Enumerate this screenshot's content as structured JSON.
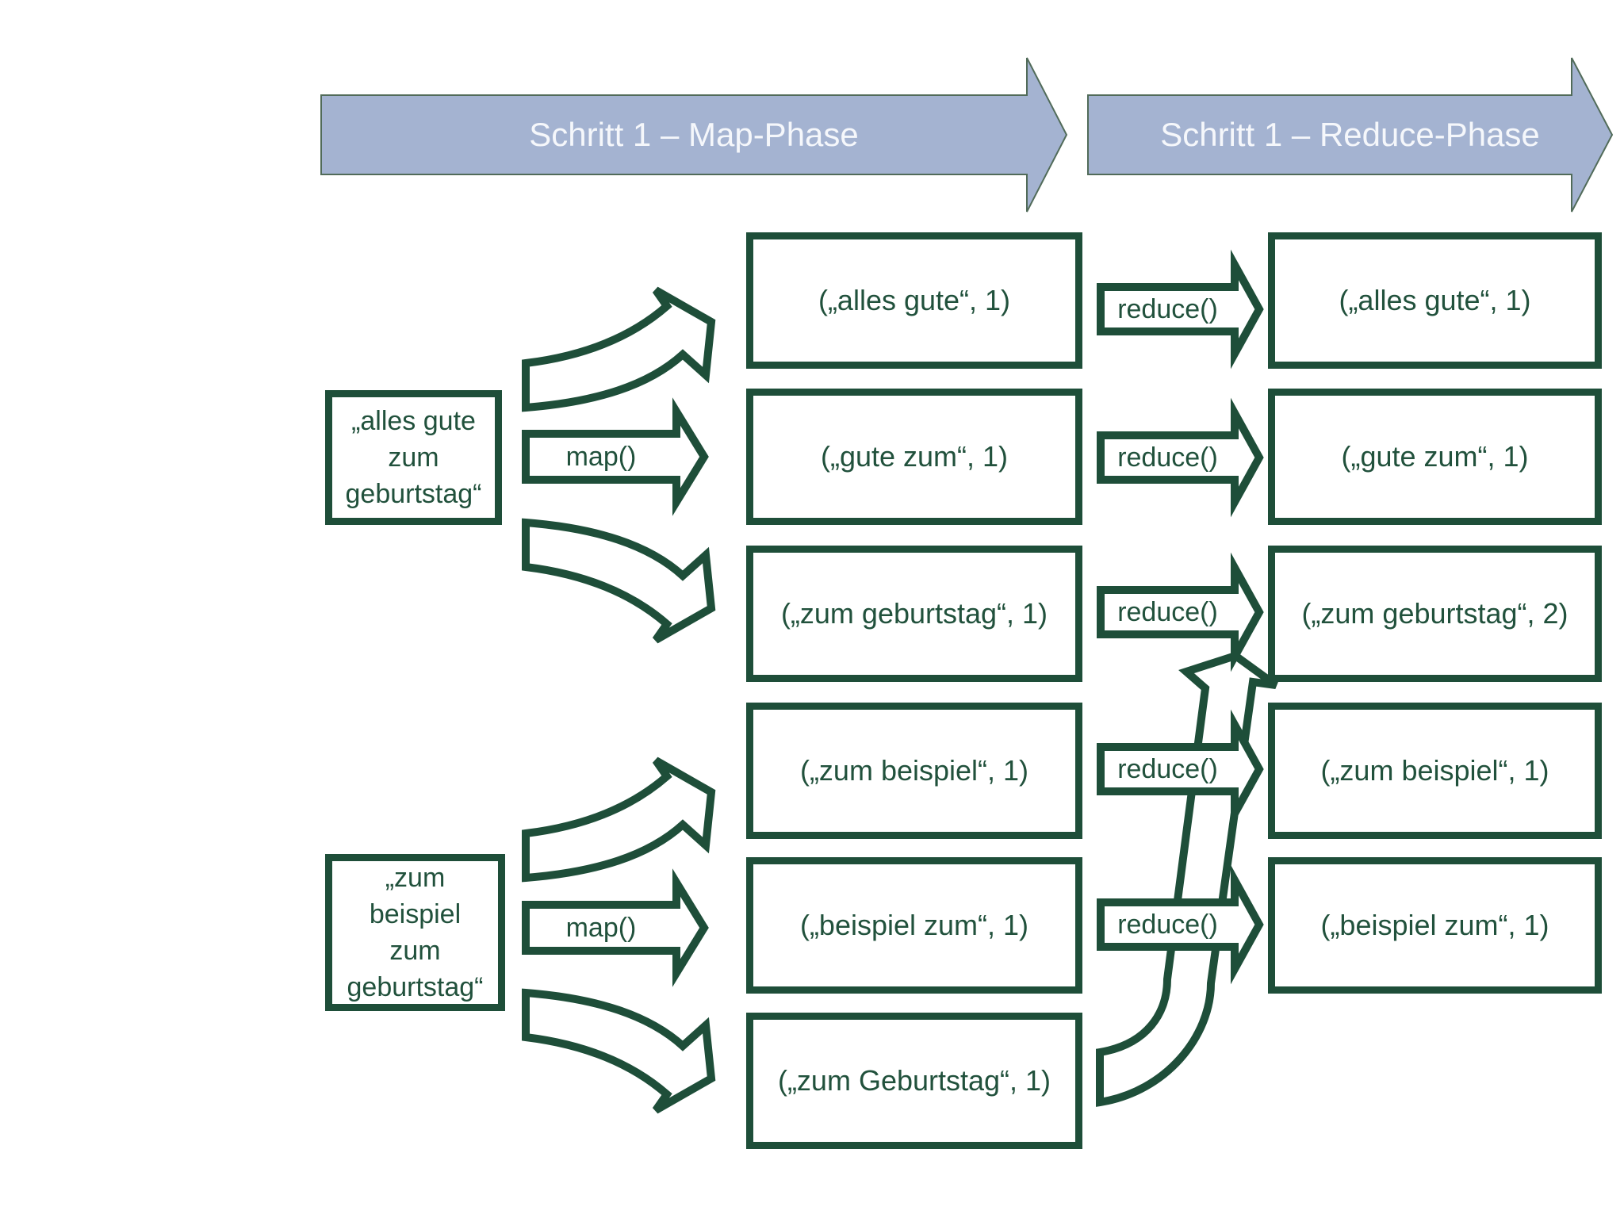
{
  "colors": {
    "green": "#1e4e39",
    "text_green": "#21513c",
    "banner_fill": "#a4b3d1",
    "banner_stroke": "#516b59",
    "banner_text": "#f5f7fb",
    "background": "#ffffff"
  },
  "banners": [
    {
      "label": "Schritt 1 – Map-Phase"
    },
    {
      "label": "Schritt 1 – Reduce-Phase"
    }
  ],
  "inputs": [
    {
      "lines": [
        "„alles gute",
        "zum",
        "geburtstag“"
      ]
    },
    {
      "lines": [
        "„zum",
        "beispiel",
        "zum",
        "geburtstag“"
      ]
    }
  ],
  "map_labels": [
    "map()",
    "map()"
  ],
  "reduce_labels": [
    "reduce()",
    "reduce()",
    "reduce()",
    "reduce()",
    "reduce()"
  ],
  "map_outputs": [
    "(„alles gute“, 1)",
    "(„gute zum“, 1)",
    "(„zum geburtstag“, 1)",
    "(„zum beispiel“, 1)",
    "(„beispiel zum“, 1)",
    "(„zum Geburtstag“, 1)"
  ],
  "reduce_outputs": [
    "(„alles gute“, 1)",
    "(„gute zum“, 1)",
    "(„zum geburtstag“, 2)",
    "(„zum beispiel“, 1)",
    "(„beispiel zum“, 1)"
  ]
}
